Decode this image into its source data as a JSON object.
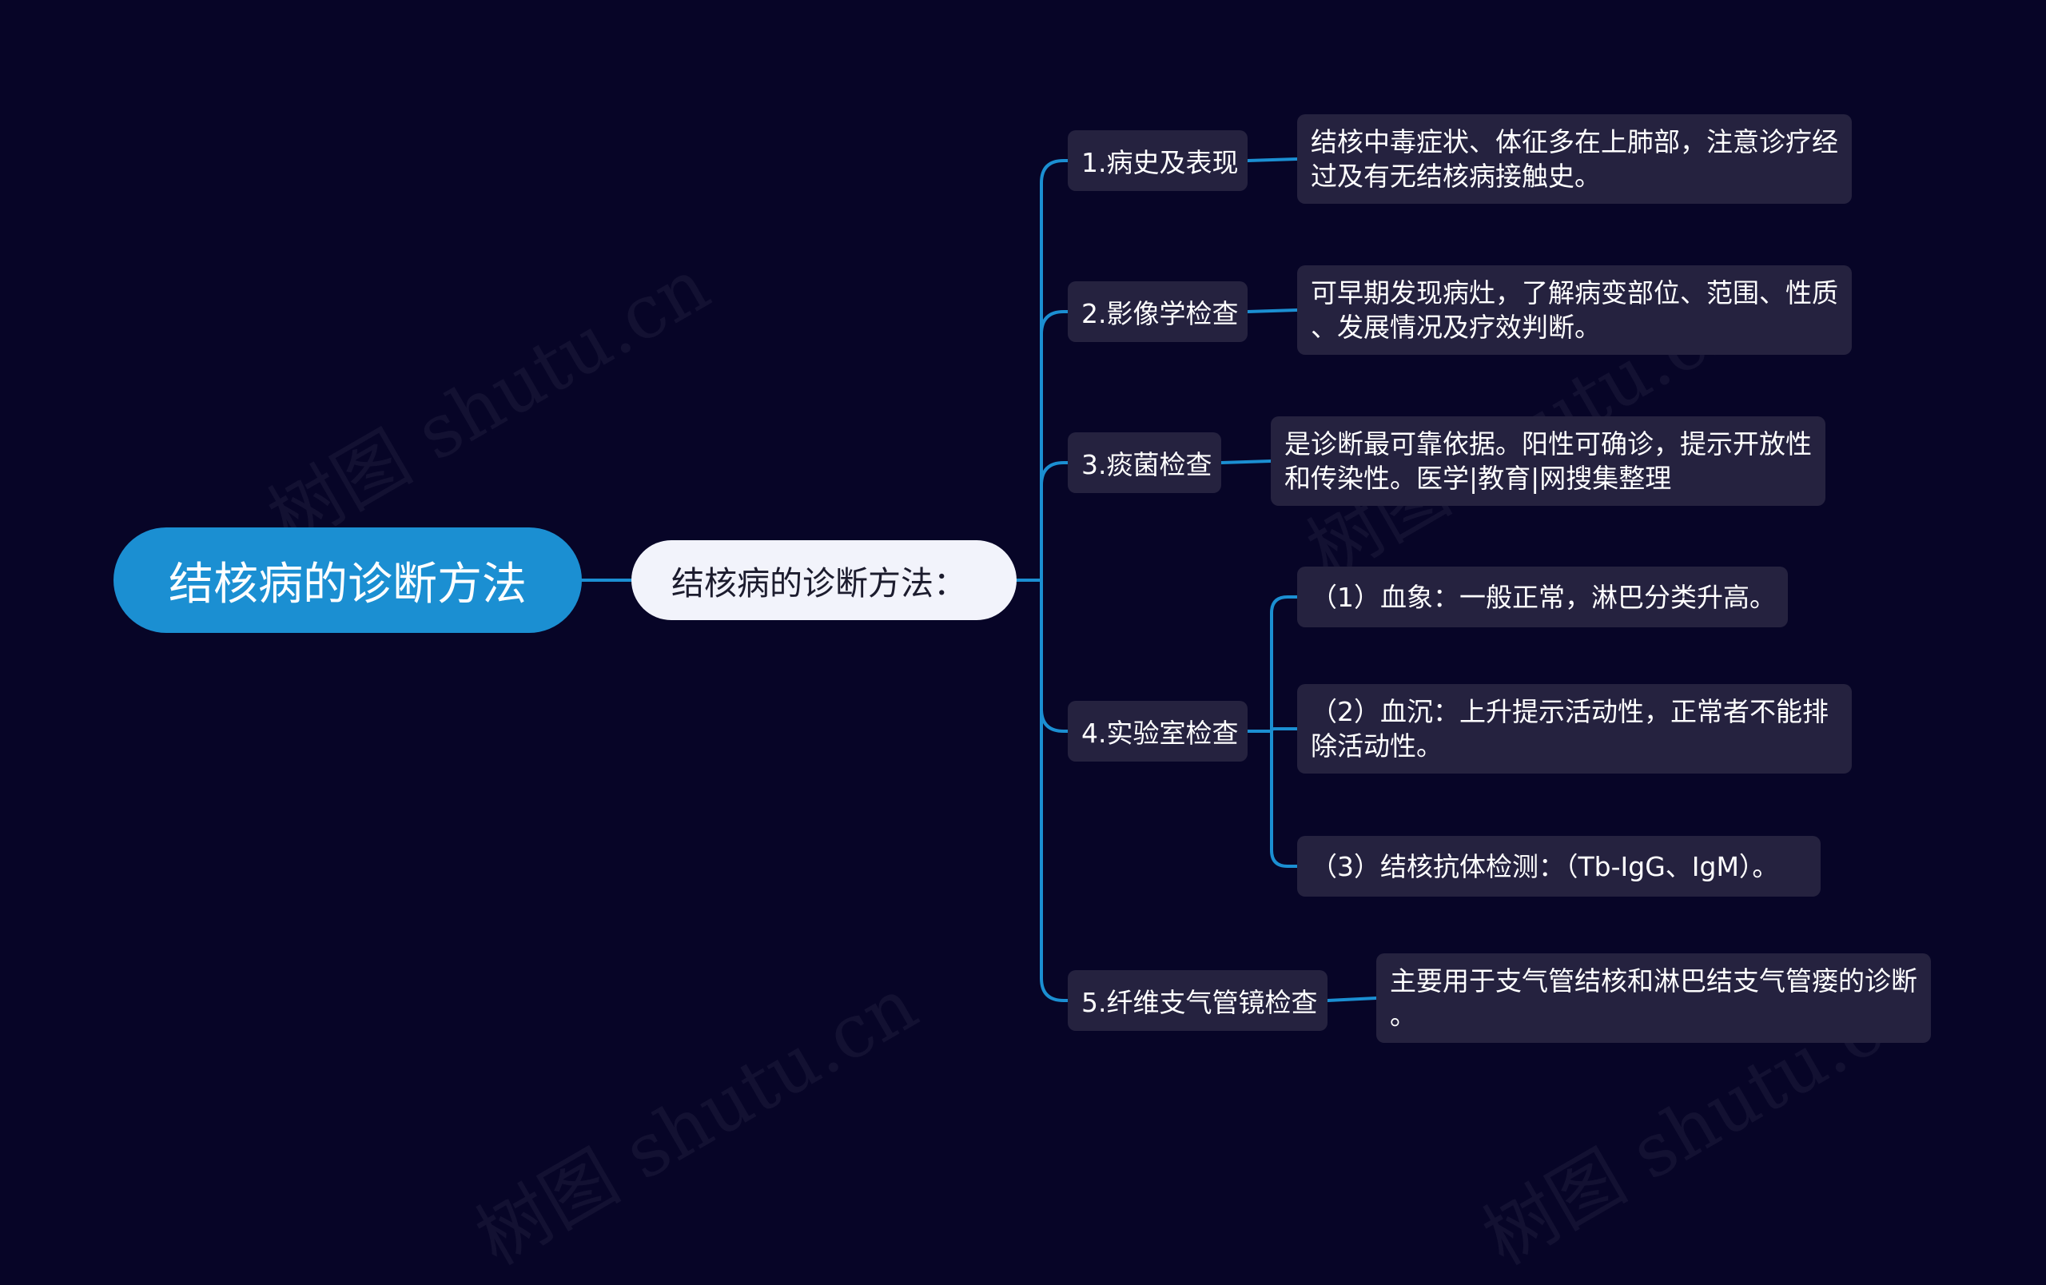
{
  "root": {
    "label": "结核病的诊断方法"
  },
  "sub": {
    "label": "结核病的诊断方法："
  },
  "branches": [
    {
      "label": "1.病史及表现",
      "leaves": [
        {
          "lines": [
            "结核中毒症状、体征多在上肺部，注意诊疗经",
            "过及有无结核病接触史。"
          ]
        }
      ]
    },
    {
      "label": "2.影像学检查",
      "leaves": [
        {
          "lines": [
            "可早期发现病灶，了解病变部位、范围、性质",
            "、发展情况及疗效判断。"
          ]
        }
      ]
    },
    {
      "label": "3.痰菌检查",
      "leaves": [
        {
          "lines": [
            "是诊断最可靠依据。阳性可确诊，提示开放性",
            "和传染性。医学|教育|网搜集整理"
          ]
        }
      ]
    },
    {
      "label": "4.实验室检查",
      "leaves": [
        {
          "lines": [
            "（1）血象：一般正常，淋巴分类升高。"
          ]
        },
        {
          "lines": [
            "（2）血沉：上升提示活动性，正常者不能排",
            "除活动性。"
          ]
        },
        {
          "lines": [
            "（3）结核抗体检测：（Tb-IgG、IgM）。"
          ]
        }
      ]
    },
    {
      "label": "5.纤维支气管镜检查",
      "leaves": [
        {
          "lines": [
            "主要用于支气管结核和淋巴结支气管瘘的诊断",
            "。"
          ]
        }
      ]
    }
  ],
  "watermarks": [
    "树图 shutu.cn",
    "树图 shutu.cn",
    "树图 shutu.cn",
    "树图 shutu.cn"
  ],
  "colors": {
    "background": "#070527",
    "root": "#1b8fd2",
    "connector": "#1b8fd2",
    "node": "#25223f",
    "sub": "#f2f3fb"
  }
}
